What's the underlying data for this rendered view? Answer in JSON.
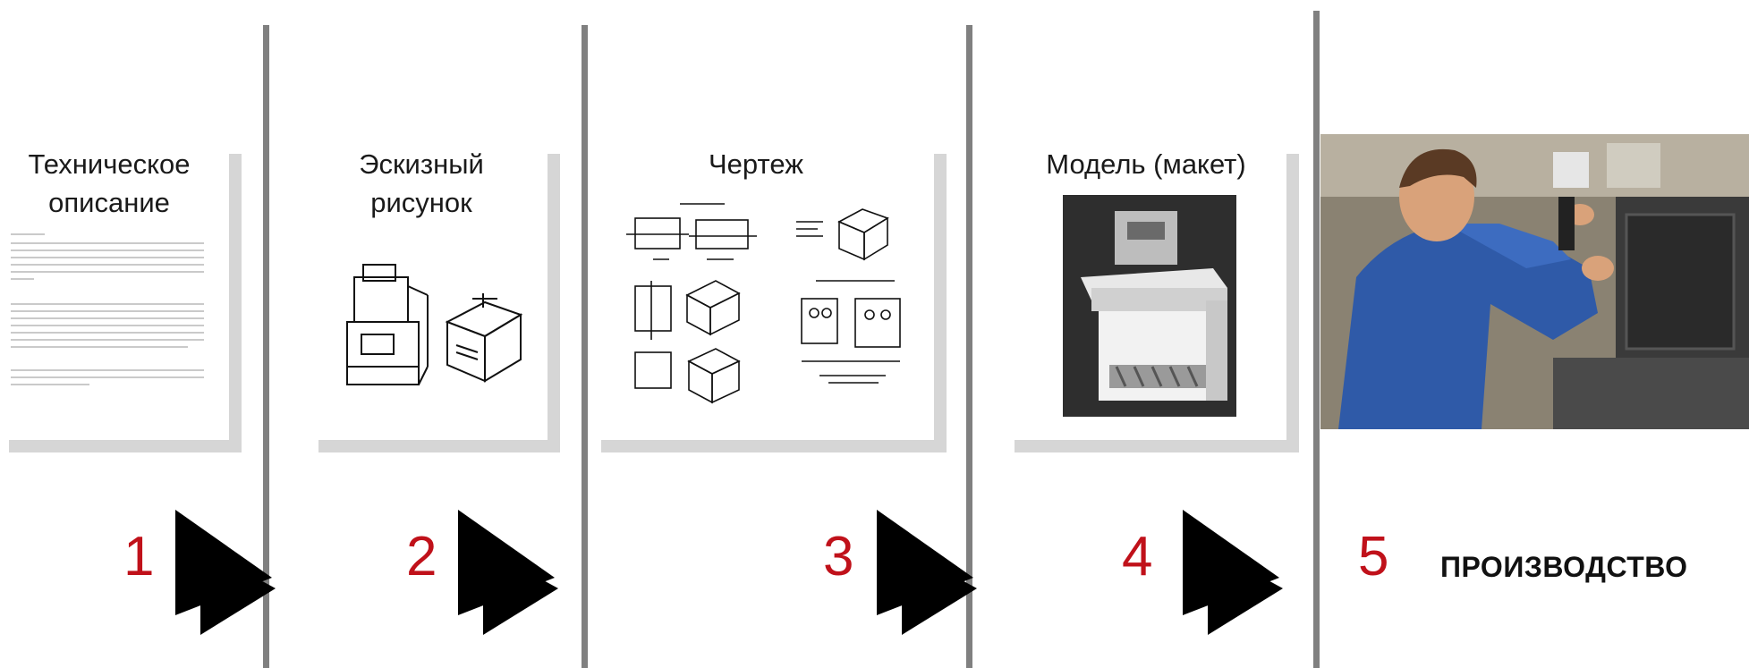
{
  "steps": [
    {
      "number": "1",
      "title_lines": [
        "Техническое",
        "описание"
      ]
    },
    {
      "number": "2",
      "title_lines": [
        "Эскизный",
        "рисунок"
      ]
    },
    {
      "number": "3",
      "title_lines": [
        "Чертеж"
      ]
    },
    {
      "number": "4",
      "title_lines": [
        "Модель (макет)"
      ]
    },
    {
      "number": "5",
      "label": "ПРОИЗВОДСТВО"
    }
  ],
  "colors": {
    "number": "#c0111a",
    "divider": "#808080",
    "shadow": "#d6d6d6",
    "arrow": "#000000"
  },
  "icons": [
    "document-lines",
    "sketch-drawing",
    "technical-drawing",
    "machine-model-photo",
    "worker-production-photo",
    "double-arrow-icon"
  ]
}
